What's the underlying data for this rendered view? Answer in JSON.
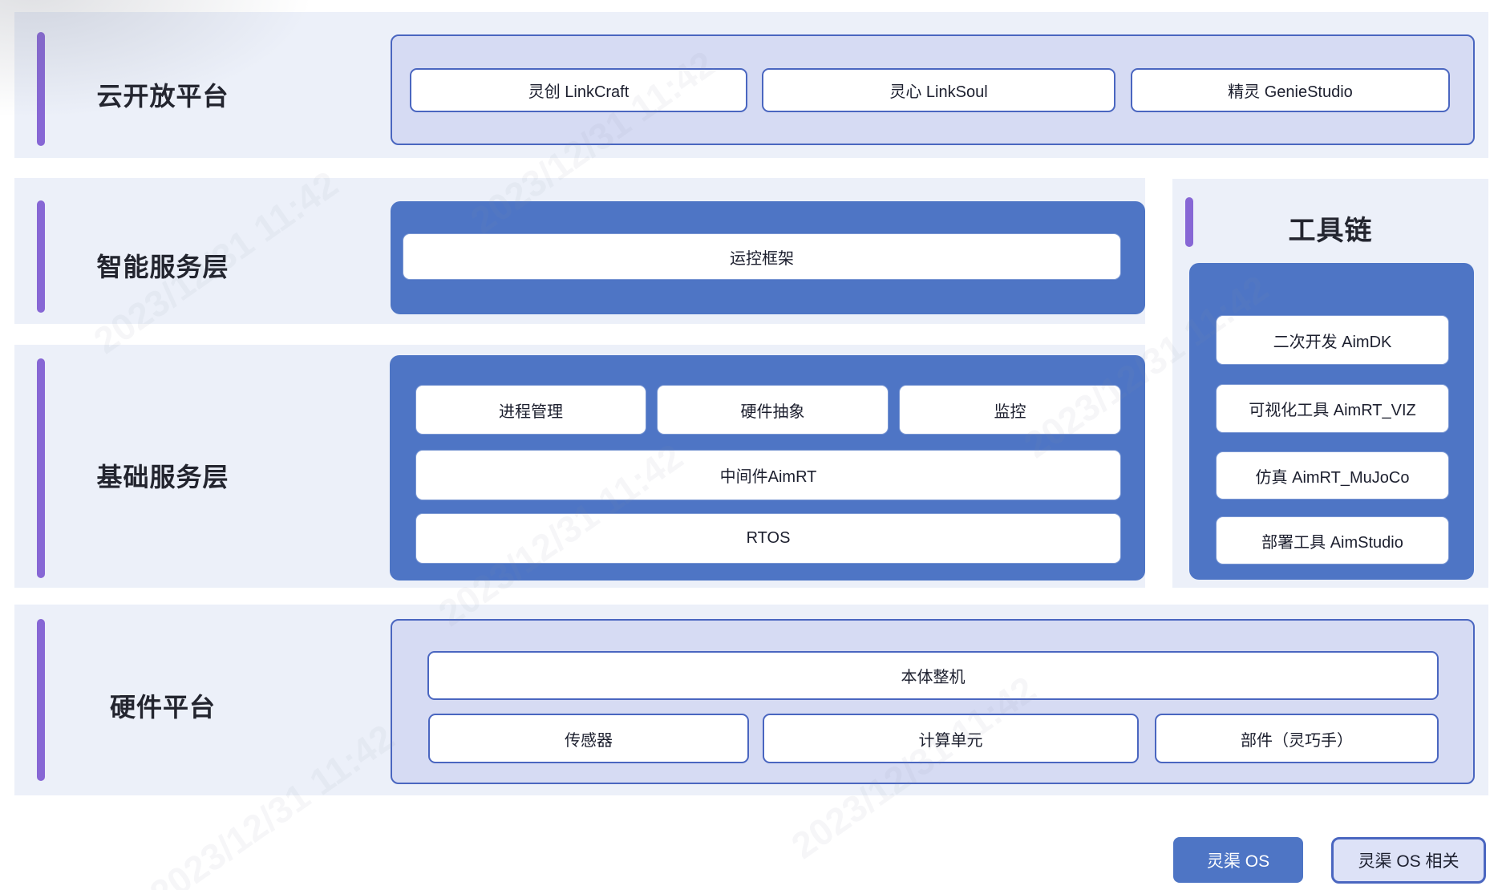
{
  "watermark": {
    "text": "2023/12/31 11:42"
  },
  "colors": {
    "row_background": "#ecf0f9",
    "blue_container": "#4e75c5",
    "lavender_container": "#d6dbf3",
    "border_blue": "#4a66c0",
    "accent_purple": "#8767d5",
    "text_dark": "#1c1f2e"
  },
  "sections": {
    "cloud": {
      "title": "云开放平台",
      "boxes": [
        "灵创 LinkCraft",
        "灵心 LinkSoul",
        "精灵 GenieStudio"
      ]
    },
    "intelligent": {
      "title": "智能服务层",
      "boxes": [
        "运控框架"
      ]
    },
    "toolchain": {
      "title": "工具链",
      "boxes": [
        "二次开发 AimDK",
        "可视化工具 AimRT_VIZ",
        "仿真 AimRT_MuJoCo",
        "部署工具 AimStudio"
      ]
    },
    "foundation": {
      "title": "基础服务层",
      "top_row": [
        "进程管理",
        "硬件抽象",
        "监控"
      ],
      "middle_box": "中间件AimRT",
      "bottom_box": "RTOS"
    },
    "hardware": {
      "title": "硬件平台",
      "top_box": "本体整机",
      "boxes": [
        "传感器",
        "计算单元",
        "部件（灵巧手）"
      ]
    }
  },
  "legend": {
    "os_label": "灵渠 OS",
    "related_label": "灵渠 OS 相关"
  }
}
